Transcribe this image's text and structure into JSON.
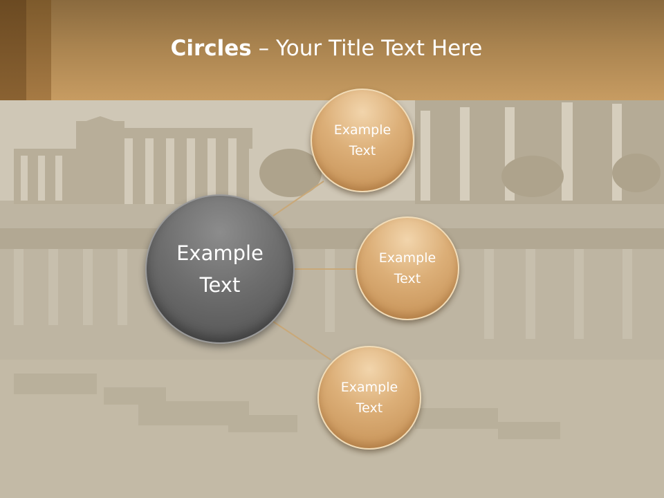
{
  "slide": {
    "title_bold": "Circles",
    "title_rest": " – Your Title Text Here"
  },
  "colors": {
    "header": "#a9834f",
    "circle_small": "#dcaf78",
    "circle_big": "#6e6e6e",
    "connector": "#c9a878"
  },
  "diagram": {
    "center": {
      "label": "Example Text"
    },
    "satellites": [
      {
        "label": "Example Text"
      },
      {
        "label": "Example Text"
      },
      {
        "label": "Example Text"
      }
    ]
  }
}
